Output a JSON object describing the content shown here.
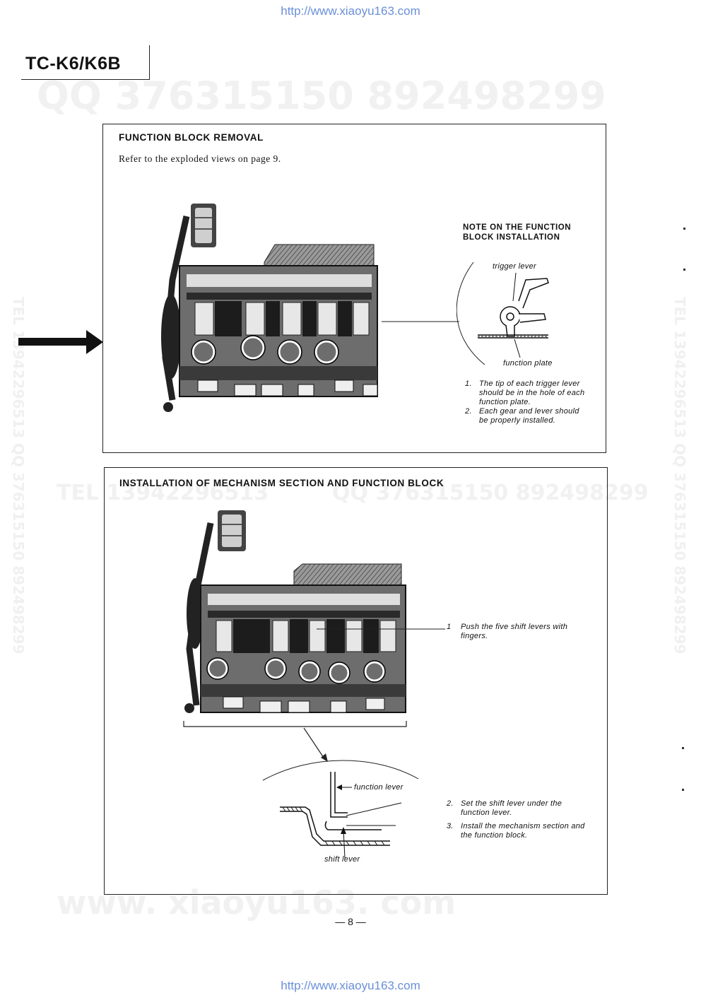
{
  "header": {
    "url_top": "http://www.xiaoyu163.com",
    "model": "TC-K6/K6B"
  },
  "watermarks": {
    "qq_top": "QQ 376315150  892498299",
    "tel_mid": "TEL 13942296513",
    "qq_mid": "QQ 376315150  892498299",
    "site": "www. xiaoyu163. com",
    "vertical_left": "TEL 13942296513  QQ 376315150  892498299",
    "vertical_right": "TEL 13942296513  QQ 376315150  892498299"
  },
  "section1": {
    "title": "FUNCTION BLOCK REMOVAL",
    "intro": "Refer to the exploded views on page 9.",
    "note_title_line1": "NOTE ON THE FUNCTION",
    "note_title_line2": "BLOCK INSTALLATION",
    "label_trigger": "trigger lever",
    "label_plate": "function plate",
    "steps": [
      {
        "num": "1.",
        "text": "The tip of each trigger lever should be in the hole of each function plate."
      },
      {
        "num": "2.",
        "text": "Each gear and lever should be properly installed."
      }
    ]
  },
  "section2": {
    "title": "INSTALLATION OF MECHANISM SECTION AND FUNCTION BLOCK",
    "step1": {
      "num": "1",
      "text": "Push the five shift levers with fingers."
    },
    "label_function_lever": "function lever",
    "label_shift_lever": "shift lever",
    "steps": [
      {
        "num": "2.",
        "text": "Set the shift lever under the function lever."
      },
      {
        "num": "3.",
        "text": "Install the mechanism section and the function block."
      }
    ]
  },
  "footer": {
    "page_number": "— 8 —",
    "url_bottom": "http://www.xiaoyu163.com"
  }
}
